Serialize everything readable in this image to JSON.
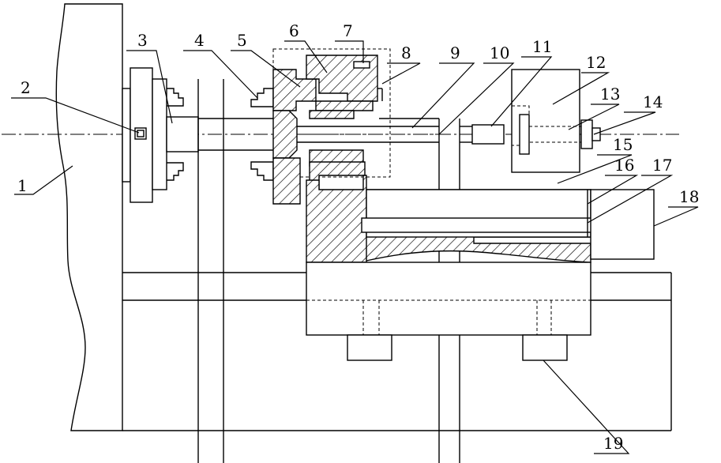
{
  "diagram": {
    "labels": [
      {
        "id": "1",
        "text": "1"
      },
      {
        "id": "2",
        "text": "2"
      },
      {
        "id": "3",
        "text": "3"
      },
      {
        "id": "4",
        "text": "4"
      },
      {
        "id": "5",
        "text": "5"
      },
      {
        "id": "6",
        "text": "6"
      },
      {
        "id": "7",
        "text": "7"
      },
      {
        "id": "8",
        "text": "8"
      },
      {
        "id": "9",
        "text": "9"
      },
      {
        "id": "10",
        "text": "10"
      },
      {
        "id": "11",
        "text": "11"
      },
      {
        "id": "12",
        "text": "12"
      },
      {
        "id": "13",
        "text": "13"
      },
      {
        "id": "14",
        "text": "14"
      },
      {
        "id": "15",
        "text": "15"
      },
      {
        "id": "16",
        "text": "16"
      },
      {
        "id": "17",
        "text": "17"
      },
      {
        "id": "18",
        "text": "18"
      },
      {
        "id": "19",
        "text": "19"
      }
    ]
  }
}
